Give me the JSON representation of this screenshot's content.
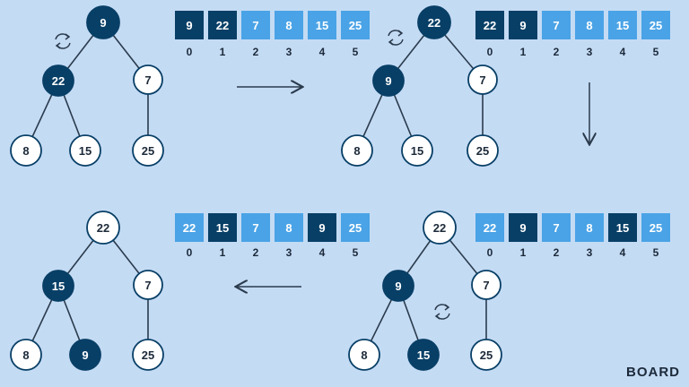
{
  "colors": {
    "background": "#c4dbf4",
    "node_dark": "#083f66",
    "node_light_fill": "#ffffff",
    "node_stroke": "#083f66",
    "cell_dark": "#083f66",
    "cell_light": "#4aa3e6",
    "index_text": "#1c2a3a",
    "line": "#2a3b4c"
  },
  "panels": [
    {
      "id": "step-1",
      "tree": {
        "nodes": [
          {
            "id": "n0",
            "value": "9",
            "dark": true
          },
          {
            "id": "n1",
            "value": "22",
            "dark": true
          },
          {
            "id": "n2",
            "value": "7",
            "dark": false
          },
          {
            "id": "n3",
            "value": "8",
            "dark": false
          },
          {
            "id": "n4",
            "value": "15",
            "dark": false
          },
          {
            "id": "n5",
            "value": "25",
            "dark": false
          }
        ],
        "swap_icon": "swap-cycle-icon"
      },
      "array": [
        {
          "value": "9",
          "dark": true,
          "index": "0"
        },
        {
          "value": "22",
          "dark": true,
          "index": "1"
        },
        {
          "value": "7",
          "dark": false,
          "index": "2"
        },
        {
          "value": "8",
          "dark": false,
          "index": "3"
        },
        {
          "value": "15",
          "dark": false,
          "index": "4"
        },
        {
          "value": "25",
          "dark": false,
          "index": "5"
        }
      ]
    },
    {
      "id": "step-2",
      "tree": {
        "nodes": [
          {
            "id": "n0",
            "value": "22",
            "dark": true
          },
          {
            "id": "n1",
            "value": "9",
            "dark": true
          },
          {
            "id": "n2",
            "value": "7",
            "dark": false
          },
          {
            "id": "n3",
            "value": "8",
            "dark": false
          },
          {
            "id": "n4",
            "value": "15",
            "dark": false
          },
          {
            "id": "n5",
            "value": "25",
            "dark": false
          }
        ],
        "swap_icon": "swap-cycle-icon"
      },
      "array": [
        {
          "value": "22",
          "dark": true,
          "index": "0"
        },
        {
          "value": "9",
          "dark": true,
          "index": "1"
        },
        {
          "value": "7",
          "dark": false,
          "index": "2"
        },
        {
          "value": "8",
          "dark": false,
          "index": "3"
        },
        {
          "value": "15",
          "dark": false,
          "index": "4"
        },
        {
          "value": "25",
          "dark": false,
          "index": "5"
        }
      ]
    },
    {
      "id": "step-3",
      "tree": {
        "nodes": [
          {
            "id": "n0",
            "value": "22",
            "dark": false
          },
          {
            "id": "n1",
            "value": "9",
            "dark": true
          },
          {
            "id": "n2",
            "value": "7",
            "dark": false
          },
          {
            "id": "n3",
            "value": "8",
            "dark": false
          },
          {
            "id": "n4",
            "value": "15",
            "dark": true
          },
          {
            "id": "n5",
            "value": "25",
            "dark": false
          }
        ],
        "swap_icon": "swap-cycle-icon"
      },
      "array": [
        {
          "value": "22",
          "dark": false,
          "index": "0"
        },
        {
          "value": "9",
          "dark": true,
          "index": "1"
        },
        {
          "value": "7",
          "dark": false,
          "index": "2"
        },
        {
          "value": "8",
          "dark": false,
          "index": "3"
        },
        {
          "value": "15",
          "dark": true,
          "index": "4"
        },
        {
          "value": "25",
          "dark": false,
          "index": "5"
        }
      ]
    },
    {
      "id": "step-4",
      "tree": {
        "nodes": [
          {
            "id": "n0",
            "value": "22",
            "dark": false
          },
          {
            "id": "n1",
            "value": "15",
            "dark": true
          },
          {
            "id": "n2",
            "value": "7",
            "dark": false
          },
          {
            "id": "n3",
            "value": "8",
            "dark": false
          },
          {
            "id": "n4",
            "value": "9",
            "dark": true
          },
          {
            "id": "n5",
            "value": "25",
            "dark": false
          }
        ],
        "swap_icon": ""
      },
      "array": [
        {
          "value": "22",
          "dark": false,
          "index": "0"
        },
        {
          "value": "15",
          "dark": true,
          "index": "1"
        },
        {
          "value": "7",
          "dark": false,
          "index": "2"
        },
        {
          "value": "8",
          "dark": false,
          "index": "3"
        },
        {
          "value": "9",
          "dark": true,
          "index": "4"
        },
        {
          "value": "25",
          "dark": false,
          "index": "5"
        }
      ]
    }
  ],
  "arrows": [
    {
      "id": "arrow-right",
      "direction": "right"
    },
    {
      "id": "arrow-down",
      "direction": "down"
    },
    {
      "id": "arrow-left",
      "direction": "left"
    }
  ],
  "brand": {
    "text": "BOARD"
  }
}
